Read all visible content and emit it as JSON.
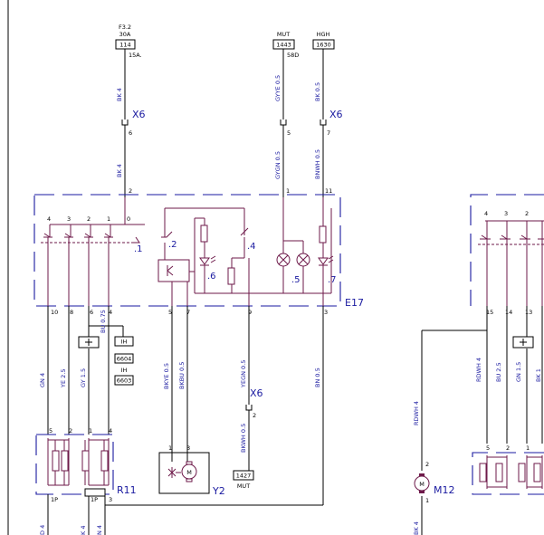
{
  "top": {
    "fuse": {
      "name": "F3.2",
      "rating": "30A",
      "box": "114",
      "wire": "15A."
    },
    "mut": {
      "name": "MUT",
      "box": "1443",
      "wire": "58D"
    },
    "hgh": {
      "name": "HGH",
      "box": "1630"
    }
  },
  "connectors": {
    "x6": "X6"
  },
  "pins": {
    "p6": "6",
    "p5": "5",
    "p7": "7",
    "p2": "2",
    "p1": "1",
    "p11": "11",
    "p4": "4",
    "p3": "3",
    "p0": "0",
    "b10": "10",
    "b8": "8",
    "b6": "6",
    "b4": "4",
    "b5": "5",
    "b7": "7",
    "b9": "9",
    "b3": "3",
    "r5": "5",
    "r2": "2",
    "r1": "1",
    "r4": "4",
    "r3": "3",
    "y1": "1",
    "y3": "3",
    "x2": "2",
    "m2": "2",
    "m1": "1",
    "c15": "15",
    "c14": "14",
    "c13": "13",
    "rt4": "4",
    "rt3": "3",
    "rt2": "2",
    "rb5": "5",
    "rb2": "2",
    "rb1": "1"
  },
  "wires": {
    "bk4a": "BK 4",
    "bk4b": "BK 4",
    "gyye": "GYYE 0.5",
    "bk05": "BK 0.5",
    "gygn": "GYGN 0.5",
    "bnwh": "BNWH 0.5",
    "gn4": "GN 4",
    "ye25": "YE 2.5",
    "gy15": "GY 1.5",
    "bu075": "BU 0.75",
    "bkye": "BKYE 0.5",
    "bkbu": "BKBU 0.5",
    "yegn": "YEGN 0.5",
    "bkwh": "BKWH 0.5",
    "bn05": "BN 0.5",
    "rdwh4": "RDWH 4",
    "bk4c": "BK 4",
    "rdwh4b": "RDWH 4",
    "bu25": "BU 2.5",
    "gn15": "GN 1.5",
    "bk1": "BK 1",
    "bot1": "D 4",
    "bot2": "K 4",
    "bot3": "N 4"
  },
  "components": {
    "e17": "E17",
    "r11": "R11",
    "y2": "Y2",
    "m12": "M12",
    "s1": ".1",
    "s2": ".2",
    "s4": ".4",
    "s5": ".5",
    "s6": ".6",
    "s7": ".7",
    "y2m": "M",
    "m12m": "M"
  },
  "refs": {
    "ih1": "IH",
    "ref6604": "6604",
    "ih2": "IH",
    "ref6603": "6603",
    "ref1427": "1427",
    "mutb": "MUT",
    "p1p_a": "1P",
    "p1p_b": "1P"
  }
}
